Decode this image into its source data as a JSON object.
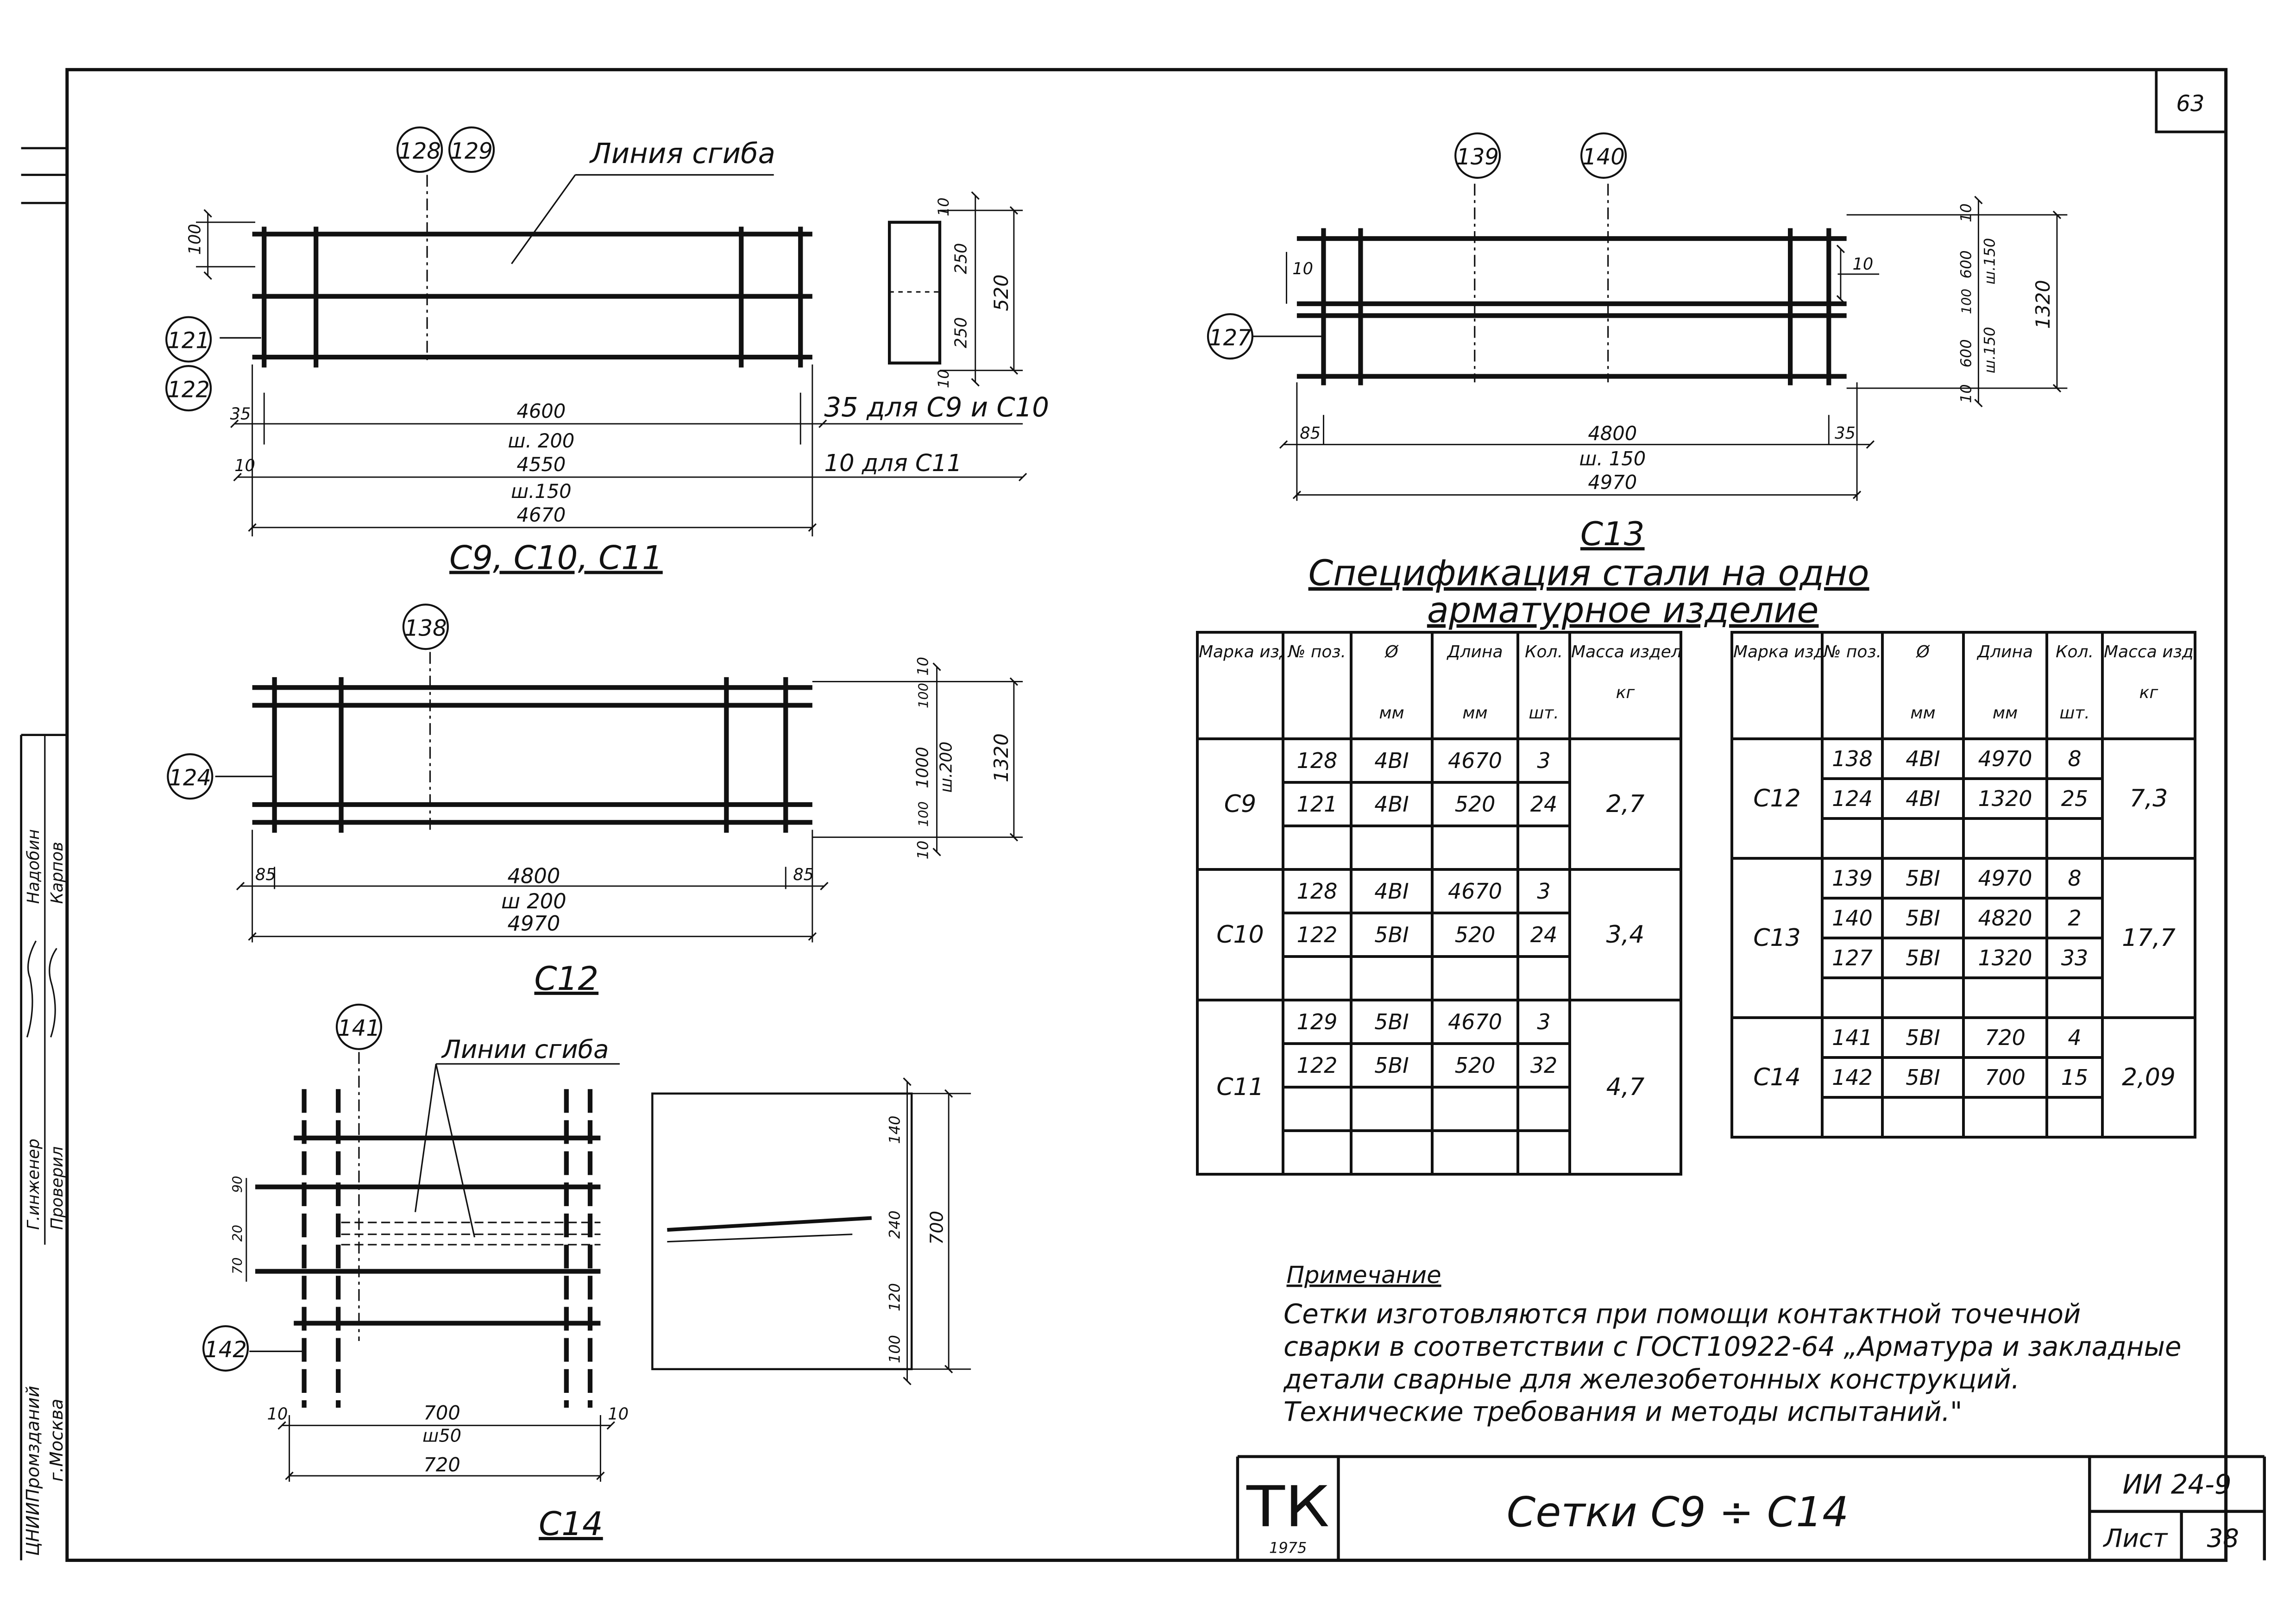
{
  "sheet_number": "63",
  "left_margin": {
    "role_drawn": "Г.инженер",
    "role_checked": "Проверил",
    "name_drawn": "Надобин",
    "name_checked": "Карпов",
    "org_line1": "ЦНИИПромзданий",
    "org_line2": "г.Москва"
  },
  "drawing_c9": {
    "bend_line_label": "Линия сгиба",
    "positions_top": [
      "128",
      "129"
    ],
    "positions_left": [
      "121",
      "122"
    ],
    "dim_top_offset": "100",
    "dim_35": "35",
    "dim_10": "10",
    "dim_4600": "4600",
    "pitch_200": "ш. 200",
    "dim_4550": "4550",
    "pitch_150": "ш.150",
    "dim_4670": "4670",
    "note_35": "35 для С9 и С10",
    "note_10": "10 для С11",
    "sec_10_top": "10",
    "sec_250_a": "250",
    "sec_250_b": "250",
    "sec_10_bot": "10",
    "sec_520": "520",
    "caption": "С9, С10, С11"
  },
  "drawing_c13": {
    "positions_top": [
      "139",
      "140"
    ],
    "position_left": "127",
    "dim_10_left": "10",
    "dim_10_mid": "10",
    "dim_10_top": "10",
    "dim_600_a": "600",
    "pitch_150_a": "ш.150",
    "dim_100": "100",
    "dim_600_b": "600",
    "pitch_150_b": "ш.150",
    "dim_10_bot": "10",
    "dim_1320": "1320",
    "dim_85": "85",
    "dim_35": "35",
    "dim_4800": "4800",
    "pitch_150": "ш. 150",
    "dim_4970": "4970",
    "caption": "С13"
  },
  "drawing_c12": {
    "position_top": "138",
    "position_left": "124",
    "dim_10_top": "10",
    "dim_100_a": "100",
    "dim_1000": "1000",
    "pitch_200": "ш.200",
    "dim_100_b": "100",
    "dim_10_bot": "10",
    "dim_1320": "1320",
    "dim_85": "85",
    "dim_4800": "4800",
    "pitch_200_b": "ш 200",
    "dim_85_r": "85",
    "dim_4970": "4970",
    "caption": "С12"
  },
  "drawing_c14": {
    "position_top": "141",
    "position_left": "142",
    "bend_line_label": "Линии сгиба",
    "dim_90": "90",
    "dim_20": "20",
    "dim_70": "70",
    "dim_10_l": "10",
    "dim_700": "700",
    "pitch_50": "ш50",
    "dim_10_r": "10",
    "dim_720": "720",
    "sec_140": "140",
    "sec_240": "240",
    "sec_120": "120",
    "sec_100": "100",
    "sec_700": "700",
    "caption": "С14"
  },
  "spec_title_line1": "Спецификация  стали на одно",
  "spec_title_line2": "арматурное изделие",
  "spec_headers": {
    "mark": "Марка изделия",
    "pos": "№ поз.",
    "dia": "Ø",
    "dia_unit": "мм",
    "length": "Длина",
    "length_unit": "мм",
    "qty": "Кол.",
    "qty_unit": "шт.",
    "mass": "Масса изделия",
    "mass_unit": "кг"
  },
  "spec_left": [
    {
      "mark": "С9",
      "mass": "2,7",
      "rows": [
        {
          "pos": "128",
          "dia": "4ВI",
          "length": "4670",
          "qty": "3"
        },
        {
          "pos": "121",
          "dia": "4ВI",
          "length": "520",
          "qty": "24"
        },
        {
          "pos": "",
          "dia": "",
          "length": "",
          "qty": ""
        }
      ]
    },
    {
      "mark": "С10",
      "mass": "3,4",
      "rows": [
        {
          "pos": "128",
          "dia": "4ВI",
          "length": "4670",
          "qty": "3"
        },
        {
          "pos": "122",
          "dia": "5ВI",
          "length": "520",
          "qty": "24"
        },
        {
          "pos": "",
          "dia": "",
          "length": "",
          "qty": ""
        }
      ]
    },
    {
      "mark": "С11",
      "mass": "4,7",
      "rows": [
        {
          "pos": "129",
          "dia": "5ВI",
          "length": "4670",
          "qty": "3"
        },
        {
          "pos": "122",
          "dia": "5ВI",
          "length": "520",
          "qty": "32"
        },
        {
          "pos": "",
          "dia": "",
          "length": "",
          "qty": ""
        },
        {
          "pos": "",
          "dia": "",
          "length": "",
          "qty": ""
        }
      ]
    }
  ],
  "spec_right": [
    {
      "mark": "С12",
      "mass": "7,3",
      "rows": [
        {
          "pos": "138",
          "dia": "4ВI",
          "length": "4970",
          "qty": "8"
        },
        {
          "pos": "124",
          "dia": "4ВI",
          "length": "1320",
          "qty": "25"
        },
        {
          "pos": "",
          "dia": "",
          "length": "",
          "qty": ""
        }
      ]
    },
    {
      "mark": "С13",
      "mass": "17,7",
      "rows": [
        {
          "pos": "139",
          "dia": "5ВI",
          "length": "4970",
          "qty": "8"
        },
        {
          "pos": "140",
          "dia": "5ВI",
          "length": "4820",
          "qty": "2"
        },
        {
          "pos": "127",
          "dia": "5ВI",
          "length": "1320",
          "qty": "33"
        },
        {
          "pos": "",
          "dia": "",
          "length": "",
          "qty": ""
        }
      ]
    },
    {
      "mark": "С14",
      "mass": "2,09",
      "rows": [
        {
          "pos": "141",
          "dia": "5ВI",
          "length": "720",
          "qty": "4"
        },
        {
          "pos": "142",
          "dia": "5ВI",
          "length": "700",
          "qty": "15"
        },
        {
          "pos": "",
          "dia": "",
          "length": "",
          "qty": ""
        }
      ]
    }
  ],
  "note_title": "Примечание",
  "note_lines": [
    "Сетки изготовляются при помощи контактной точечной",
    "сварки в соответствии с ГОСТ10922-64 „Арматура и закладные",
    "детали сварные для железобетонных конструкций.",
    "Технические требования и методы испытаний.\""
  ],
  "title_block": {
    "tk_logo": "ТК",
    "tk_year": "1975",
    "title": "Сетки С9 ÷ С14",
    "code": "ИИ 24-9",
    "sheet_label": "Лист",
    "sheet_no": "38"
  }
}
